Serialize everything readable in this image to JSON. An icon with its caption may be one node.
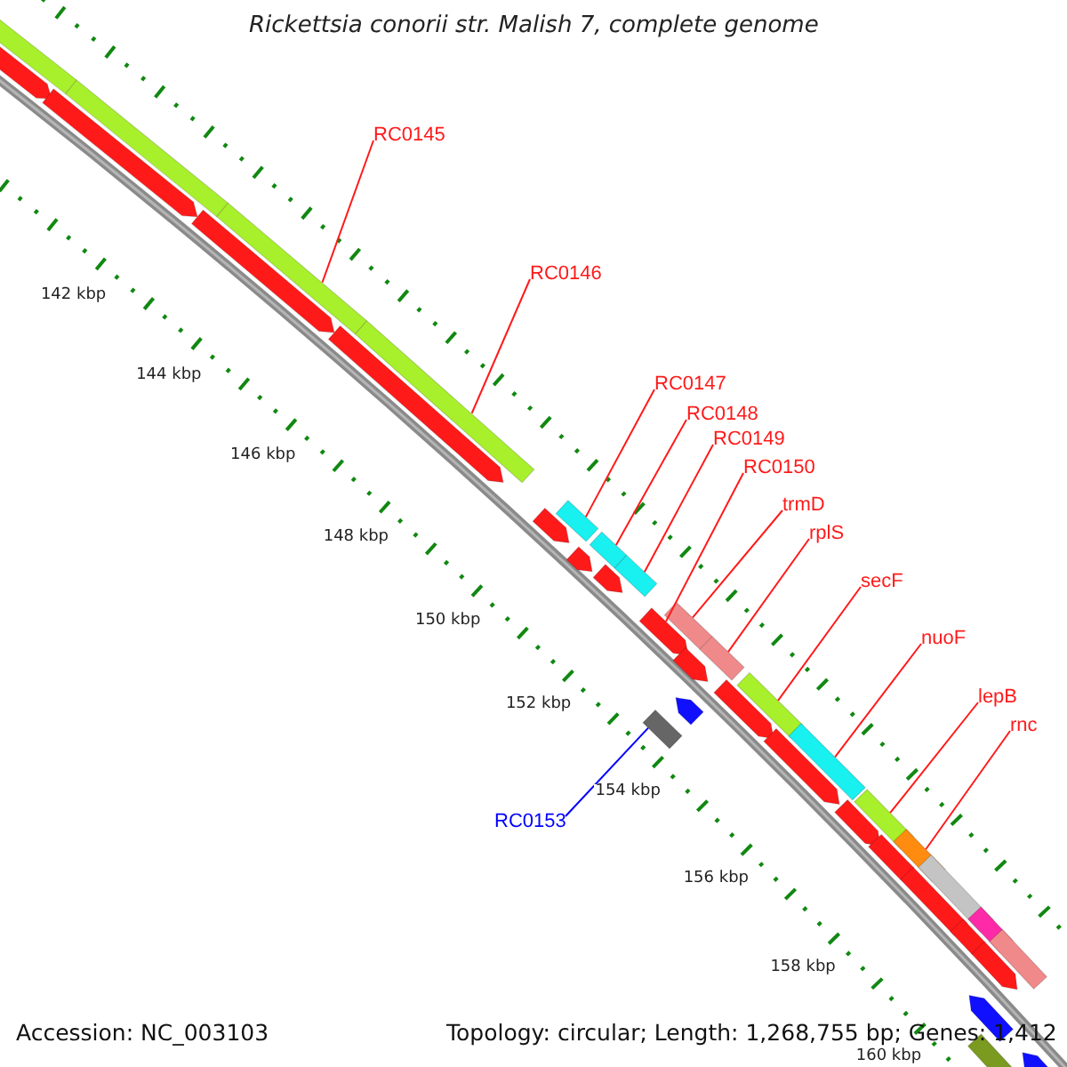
{
  "diagram": {
    "title": "Rickettsia conorii str. Malish 7, complete genome",
    "nodes": [
      {
        "text": [
          "RC0145"
        ]
      },
      {
        "text": [
          "RC0146"
        ]
      },
      {
        "text": [
          "RC0147"
        ]
      },
      {
        "text": [
          "RC0148"
        ]
      },
      {
        "text": [
          "RC0149"
        ]
      },
      {
        "text": [
          "RC0150"
        ]
      },
      {
        "text": [
          "trmD"
        ]
      },
      {
        "text": [
          "rplS"
        ]
      },
      {
        "text": [
          "secF"
        ]
      },
      {
        "text": [
          "nuoF"
        ]
      },
      {
        "text": [
          "lepB"
        ]
      },
      {
        "text": [
          "rnc"
        ]
      },
      {
        "text": [
          "RC0153"
        ]
      },
      {
        "text": [],
        "shape": "bar"
      },
      {
        "text": [],
        "shape": "bar"
      },
      {
        "text": [],
        "shape": "bar"
      },
      {
        "text": [],
        "shape": "bar"
      },
      {
        "text": [],
        "shape": "bar"
      },
      {
        "text": [],
        "shape": "bar"
      },
      {
        "text": [],
        "shape": "bar"
      },
      {
        "text": [],
        "shape": "bar"
      },
      {
        "text": [],
        "shape": "bar"
      },
      {
        "text": [],
        "shape": "bar"
      },
      {
        "text": [],
        "shape": "bar"
      },
      {
        "text": [],
        "shape": "bar"
      },
      {
        "text": [],
        "shape": "bar"
      },
      {
        "text": [],
        "shape": "bar"
      },
      {
        "text": [],
        "shape": "bar"
      },
      {
        "text": [],
        "shape": "bar"
      },
      {
        "text": [],
        "shape": "bar"
      },
      {
        "text": [],
        "shape": "bar"
      },
      {
        "text": [],
        "shape": "bar"
      },
      {
        "text": [],
        "shape": "bar"
      },
      {
        "text": [],
        "shape": "bar"
      },
      {
        "text": [],
        "shape": "bar"
      },
      {
        "text": [],
        "shape": "bar"
      },
      {
        "text": [],
        "shape": "bar"
      },
      {
        "text": [],
        "shape": "bar"
      },
      {
        "text": [],
        "shape": "bar"
      },
      {
        "text": [],
        "shape": "bar"
      },
      {
        "text": [],
        "shape": "bar"
      },
      {
        "text": [],
        "shape": "bar"
      },
      {
        "text": [],
        "shape": "bar"
      },
      {
        "text": [],
        "shape": "bar"
      },
      {
        "text": [],
        "shape": "bar"
      },
      {
        "text": [],
        "shape": "bar"
      },
      {
        "text": [],
        "shape": "bar"
      },
      {
        "text": [],
        "shape": "bar"
      },
      {
        "text": [],
        "shape": "bar"
      },
      {
        "text": [],
        "shape": "bar"
      }
    ],
    "edges": [
      {
        "from": 0,
        "to": 13,
        "arrow": "none"
      },
      {
        "from": 1,
        "to": 14,
        "arrow": "none"
      },
      {
        "from": 2,
        "to": 15,
        "arrow": "none"
      },
      {
        "from": 3,
        "to": 16,
        "arrow": "none"
      },
      {
        "from": 4,
        "to": 17,
        "arrow": "none"
      },
      {
        "from": 5,
        "to": 18,
        "arrow": "none"
      },
      {
        "from": 6,
        "to": 20,
        "arrow": "none"
      },
      {
        "from": 7,
        "to": 21,
        "arrow": "none"
      },
      {
        "from": 8,
        "to": 22,
        "arrow": "none"
      },
      {
        "from": 9,
        "to": 23,
        "arrow": "none"
      },
      {
        "from": 10,
        "to": 24,
        "arrow": "none"
      },
      {
        "from": 11,
        "to": 25,
        "arrow": "none"
      },
      {
        "from": 12,
        "to": 19,
        "arrow": "none",
        "color": "#0000ff"
      }
    ],
    "labels": [
      "142 kbp",
      "144 kbp",
      "146 kbp",
      "148 kbp",
      "150 kbp",
      "152 kbp",
      "154 kbp",
      "156 kbp",
      "158 kbp",
      "160 kbp",
      "Accession: NC_003103",
      "Topology: circular; Length: 1,268,755 bp; Genes: 1,412"
    ]
  }
}
